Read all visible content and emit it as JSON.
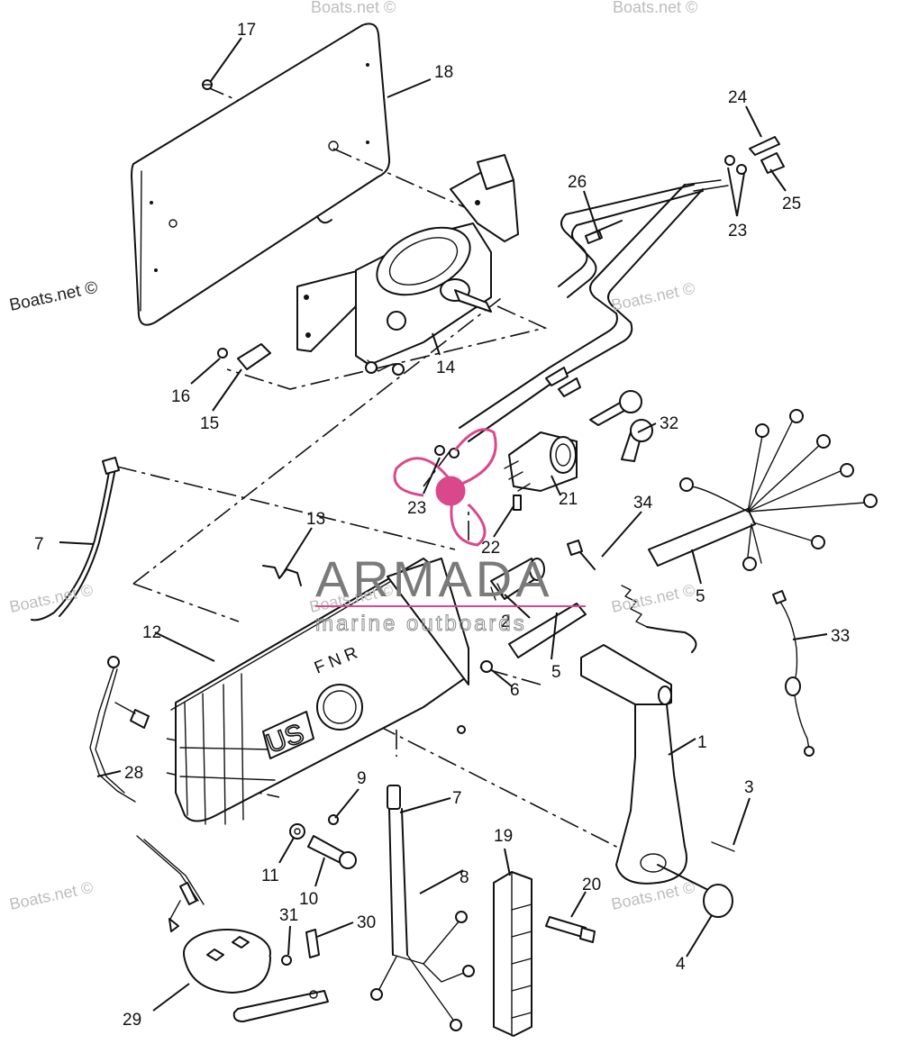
{
  "brand": {
    "name": "ARMADA",
    "tagline": "marine outboards",
    "accent_color": "#d9488a"
  },
  "watermark_text": "Boats.net ©",
  "watermarks": [
    {
      "text": "Boats.net ©",
      "style": "strong"
    },
    {
      "text": "Boats.net ©",
      "style": "light"
    },
    {
      "text": "Boats.net ©",
      "style": "light"
    },
    {
      "text": "Boats.net ©",
      "style": "light"
    },
    {
      "text": "Boats.net ©",
      "style": "light"
    },
    {
      "text": "Boats.net ©",
      "style": "light"
    },
    {
      "text": "Boats.net ©",
      "style": "light"
    },
    {
      "text": "Boats.net ©",
      "style": "light"
    },
    {
      "text": "Boats.net ©",
      "style": "light"
    }
  ],
  "panel_markings": {
    "logo": "US",
    "gears": "F N R"
  },
  "callouts": [
    "17",
    "18",
    "24",
    "25",
    "23",
    "26",
    "14",
    "16",
    "15",
    "32",
    "7",
    "23",
    "21",
    "22",
    "13",
    "34",
    "5",
    "2",
    "12",
    "5",
    "33",
    "6",
    "1",
    "28",
    "7",
    "9",
    "3",
    "11",
    "10",
    "8",
    "19",
    "20",
    "31",
    "30",
    "4",
    "29"
  ]
}
